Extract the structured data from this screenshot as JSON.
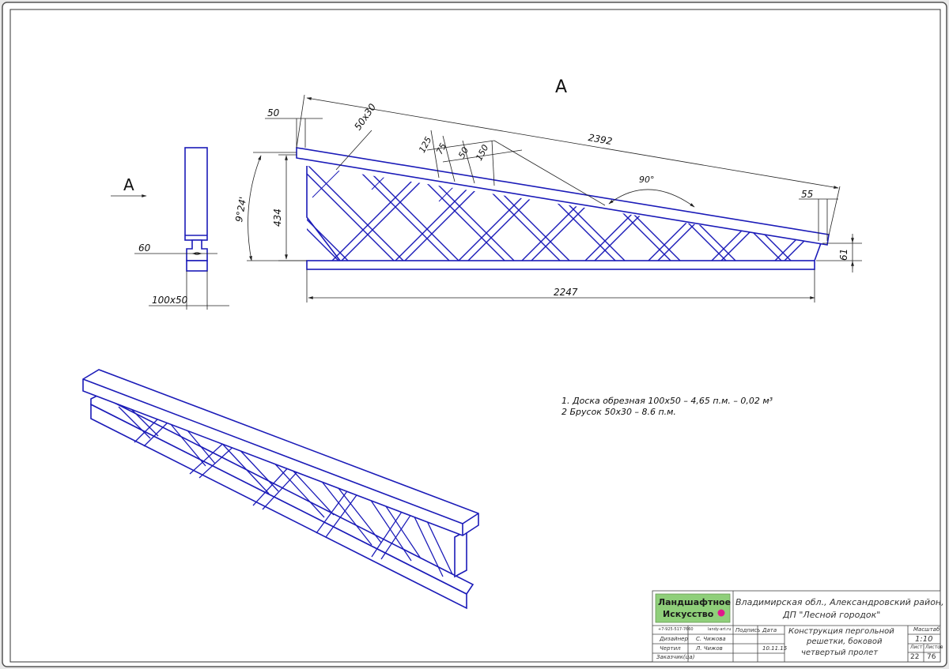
{
  "view": {
    "label": "А",
    "arrow_label": "А"
  },
  "dims": {
    "d50_top": "50",
    "d50x30": "50x30",
    "d125": "125",
    "d75": "75",
    "d50_mid": "50",
    "d150": "150",
    "d2392": "2392",
    "d90": "90°",
    "d55": "55",
    "angle": "9°24'",
    "d434": "434",
    "d61": "61",
    "d2247": "2247",
    "d60": "60",
    "d100x50": "100x50"
  },
  "notes": [
    "1. Доска обрезная 100x50 – 4,65 п.м. – 0,02 м³",
    "2 Брусок 50x30 – 8.6 п.м."
  ],
  "title_block": {
    "logo_line1": "Ландшафтное",
    "logo_line2": "Искусство",
    "address_line1": "Владимирская обл., Александровский район,",
    "address_line2": "ДП \"Лесной городок\"",
    "phone": "+7-925-517-7660",
    "site": "landy-art.ru",
    "col_sign": "Подпись",
    "col_date": "Дата",
    "designer_role": "Дизайнер",
    "designer_name": "С. Чижова",
    "drafter_role": "Чертил",
    "drafter_name": "Л. Чижов",
    "date": "10.11.15",
    "customer_role": "Заказчик(ца)",
    "title_line1": "Конструкция пергольной",
    "title_line2": "решетки, боковой",
    "title_line3": "четвертый пролет",
    "scale_label": "Масштаб",
    "scale_value": "1:10",
    "sheet_label": "Лист",
    "sheets_label": "Листов",
    "sheet_value": "22",
    "sheets_value": "76"
  },
  "colors": {
    "object": "#1b1bb8",
    "dim": "#222222",
    "logo_bg": "#8fcf7a",
    "logo_dot": "#e0198c"
  }
}
